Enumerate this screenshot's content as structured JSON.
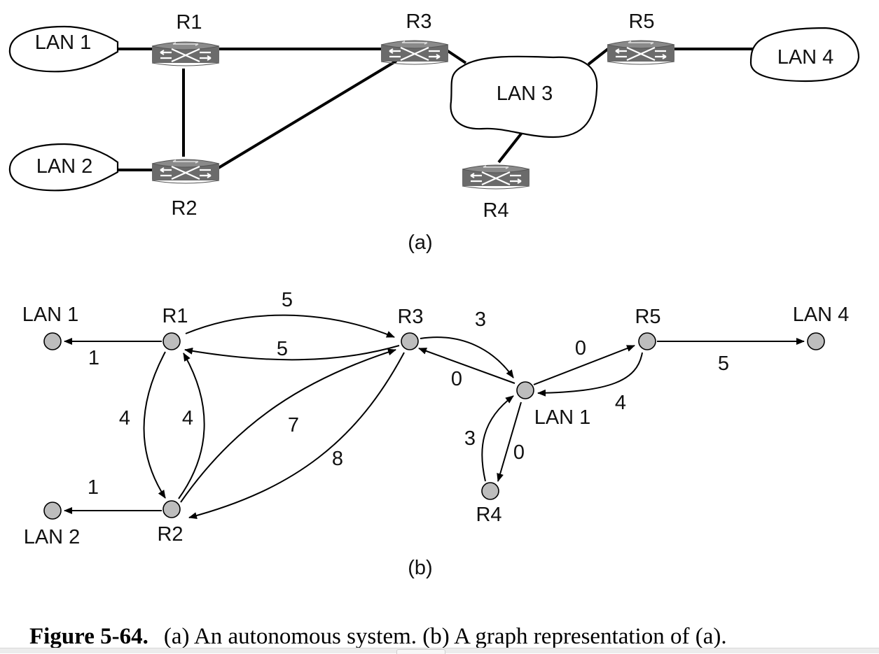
{
  "part_a": {
    "router_labels": {
      "r1": "R1",
      "r2": "R2",
      "r3": "R3",
      "r4": "R4",
      "r5": "R5"
    },
    "lan_labels": {
      "lan1": "LAN 1",
      "lan2": "LAN 2",
      "lan3": "LAN 3",
      "lan4": "LAN 4"
    },
    "sublabel": "(a)"
  },
  "part_b": {
    "node_labels": {
      "lan1": "LAN 1",
      "lan2": "LAN 2",
      "lan3": "LAN 1",
      "lan4": "LAN 4",
      "r1": "R1",
      "r2": "R2",
      "r3": "R3",
      "r4": "R4",
      "r5": "R5"
    },
    "weights": {
      "r1_lan1": "1",
      "r2_lan2": "1",
      "r1_r3": "5",
      "r3_r1": "5",
      "r1_r2": "4",
      "r2_r1": "4",
      "r2_r3": "7",
      "r3_r2": "8",
      "r3_lan3": "3",
      "lan3_r3": "0",
      "lan3_r5": "0",
      "r5_lan3": "4",
      "r5_lan4": "5",
      "r4_lan3": "3",
      "lan3_r4": "0"
    },
    "sublabel": "(b)"
  },
  "caption": {
    "label": "Figure 5-64.",
    "text": "(a) An autonomous system. (b) A graph representation of (a)."
  }
}
